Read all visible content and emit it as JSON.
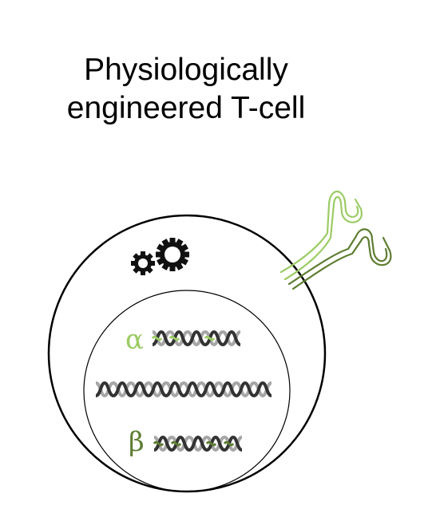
{
  "title": {
    "line1": "Physiologically",
    "line2": "engineered T-cell"
  },
  "labels": {
    "alpha": "α",
    "beta": "β"
  },
  "colors": {
    "outline": "#000000",
    "tcr_light_green": "#9ccc65",
    "tcr_dark_green": "#5e7d32",
    "dna_grey": "#a6a6a6",
    "dna_dark": "#333333"
  },
  "icons": {
    "gears": "gears-icon",
    "tcr": "t-cell-receptor-icon",
    "dna": "dna-helix-icon"
  }
}
